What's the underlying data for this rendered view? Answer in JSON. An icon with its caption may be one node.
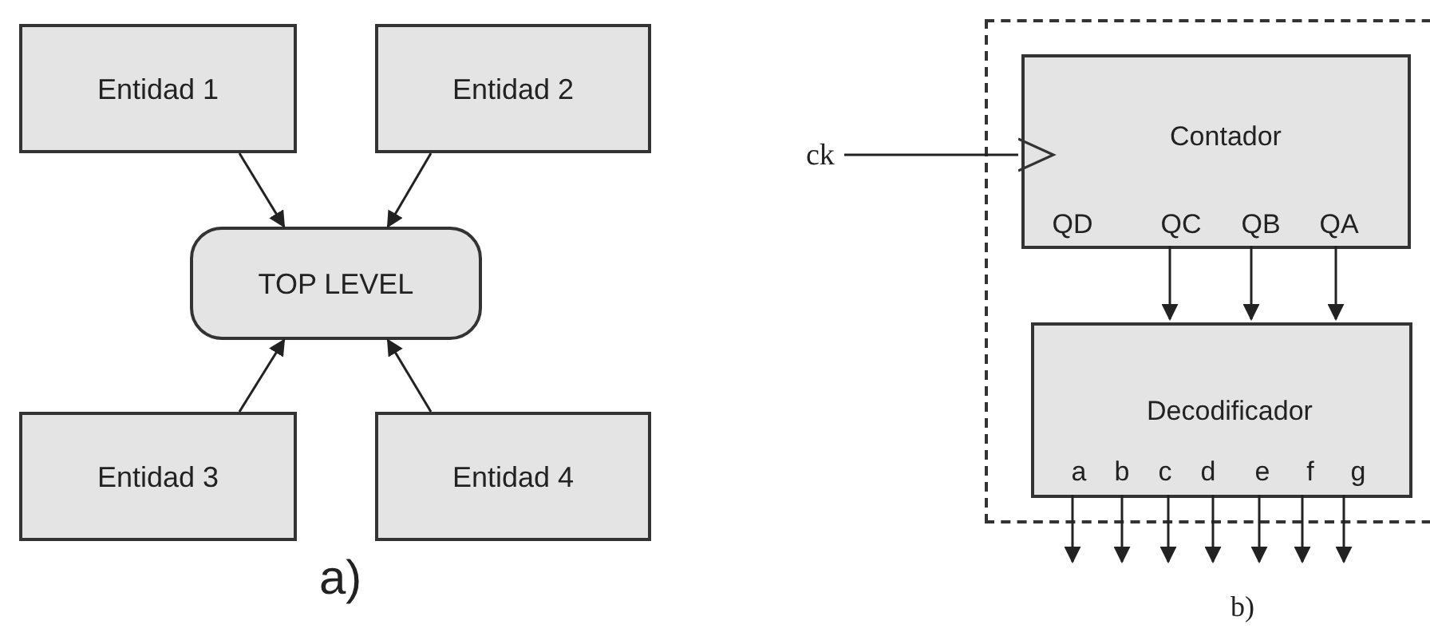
{
  "diagram": {
    "nodes": [
      {
        "text": [
          "Entidad 1"
        ]
      },
      {
        "text": [
          "Entidad 2"
        ]
      },
      {
        "text": [
          "TOP LEVEL"
        ]
      },
      {
        "text": [
          "Entidad 3"
        ]
      },
      {
        "text": [
          "Entidad 4"
        ]
      },
      {
        "text": [
          "ck"
        ]
      },
      {
        "text": [],
        "shape": "box"
      },
      {
        "text": [
          "Contador",
          "QD",
          "QC",
          "QB",
          "QA"
        ],
        "in": 6
      },
      {
        "text": [
          "Decodificador",
          "a",
          "b",
          "c",
          "d",
          "e",
          "f",
          "g"
        ],
        "in": 6
      }
    ],
    "edges": [
      {
        "from": 0,
        "to": 2,
        "arrow": "to"
      },
      {
        "from": 1,
        "to": 2,
        "arrow": "to"
      },
      {
        "from": 3,
        "to": 2,
        "arrow": "to"
      },
      {
        "from": 4,
        "to": 2,
        "arrow": "to"
      },
      {
        "from": 5,
        "to": 7,
        "arrow": "to"
      },
      {
        "from": 7,
        "to": 8,
        "arrow": "to"
      },
      {
        "from": 7,
        "to": 8,
        "arrow": "to"
      },
      {
        "from": 7,
        "to": 8,
        "arrow": "to"
      },
      {
        "from": 8,
        "to": null,
        "arrow": "to"
      },
      {
        "from": 8,
        "to": null,
        "arrow": "to"
      },
      {
        "from": 8,
        "to": null,
        "arrow": "to"
      },
      {
        "from": 8,
        "to": null,
        "arrow": "to"
      },
      {
        "from": 8,
        "to": null,
        "arrow": "to"
      },
      {
        "from": 8,
        "to": null,
        "arrow": "to"
      },
      {
        "from": 8,
        "to": null,
        "arrow": "to"
      }
    ],
    "labels": [
      "a)",
      "b)"
    ]
  }
}
